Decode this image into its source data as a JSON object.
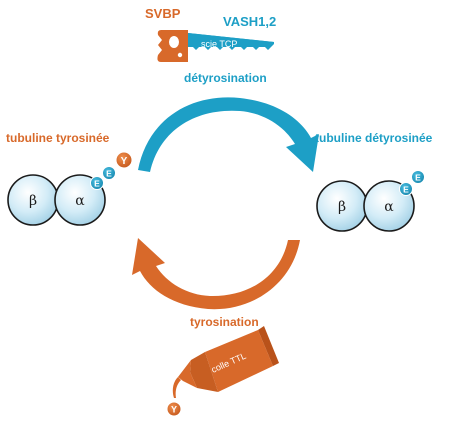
{
  "colors": {
    "orange": "#d8692a",
    "blue": "#1d9fc6",
    "sphere_fill": "#d6eef8",
    "sphere_edge": "#1b1b1b",
    "white": "#ffffff"
  },
  "enzyme": {
    "svbp_label": "SVBP",
    "vash_label": "VASH1,2",
    "saw_text": "scie TCP"
  },
  "reactions": {
    "detyrosination": "détyrosination",
    "tyrosination": "tyrosination"
  },
  "states": {
    "tyrosinated_label": "tubuline tyrosinée",
    "detyrosinated_label": "tubuline détyrosinée"
  },
  "subunits": {
    "beta": "β",
    "alpha": "α",
    "glutamate": "E",
    "tyrosine": "Y"
  },
  "glue": {
    "tube_text": "colle TTL",
    "drop_label": "Y"
  },
  "icons": {
    "saw": "saw-icon",
    "glue": "glue-tube-icon"
  }
}
